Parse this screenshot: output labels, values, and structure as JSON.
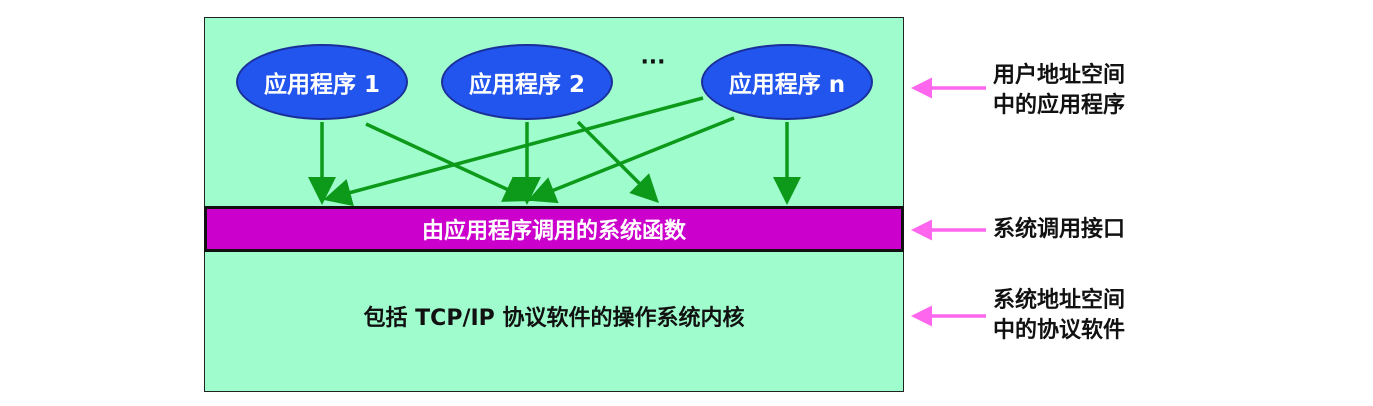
{
  "apps": [
    {
      "label": "应用程序 1"
    },
    {
      "label": "应用程序 2"
    },
    {
      "label": "应用程序 n"
    }
  ],
  "ellipsis": "···",
  "api_bar": "由应用程序调用的系统函数",
  "kernel": "包括 TCP/IP 协议软件的操作系统内核",
  "side_labels": {
    "user_line1": "用户地址空间",
    "user_line2": "中的应用程序",
    "api": "系统调用接口",
    "kernel_line1": "系统地址空间",
    "kernel_line2": "中的协议软件"
  },
  "colors": {
    "background": "#9ffccc",
    "ellipse": "#2255ee",
    "api_bar": "#cc00cc",
    "arrow_green": "#0d9a1a",
    "arrow_pink": "#ff66ee"
  }
}
